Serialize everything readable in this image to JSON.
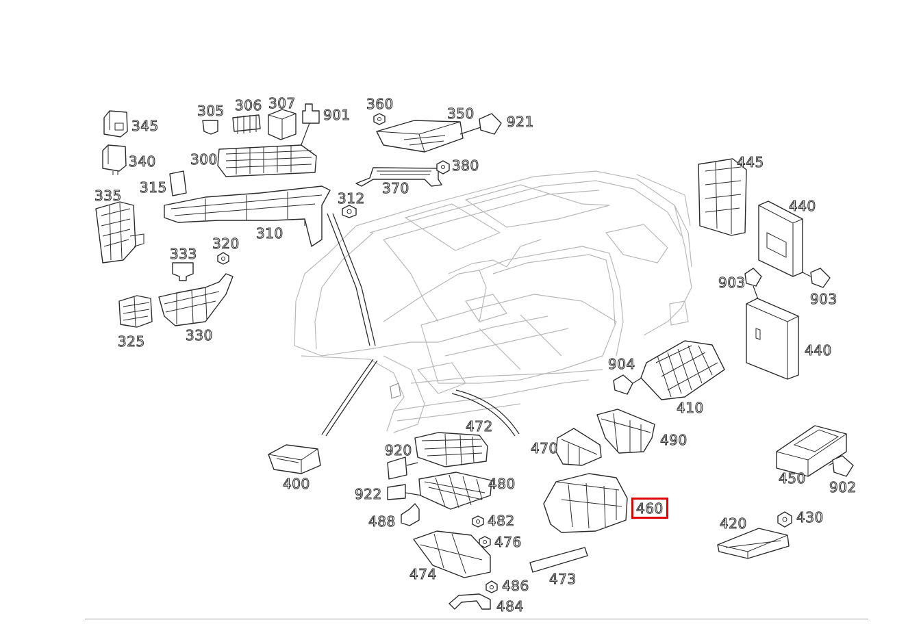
{
  "diagram": {
    "highlighted_callout": "460",
    "highlight_color": "#e00000",
    "line_color": "#2a2a2a",
    "chassis_color": "#b8b8b8",
    "callouts": {
      "c345": "345",
      "c340": "340",
      "c335": "335",
      "c305": "305",
      "c306": "306",
      "c307": "307",
      "c300": "300",
      "c315": "315",
      "c901": "901",
      "c360": "360",
      "c350": "350",
      "c921": "921",
      "c380": "380",
      "c370": "370",
      "c312": "312",
      "c310": "310",
      "c333": "333",
      "c320": "320",
      "c325": "325",
      "c330": "330",
      "c445": "445",
      "c440a": "440",
      "c903a": "903",
      "c903b": "903",
      "c440b": "440",
      "c904": "904",
      "c410": "410",
      "c472": "472",
      "c920": "920",
      "c470": "470",
      "c490": "490",
      "c400": "400",
      "c922": "922",
      "c480": "480",
      "c488": "488",
      "c482": "482",
      "c460": "460",
      "c476": "476",
      "c474": "474",
      "c473": "473",
      "c486": "486",
      "c484": "484",
      "c450": "450",
      "c902": "902",
      "c420": "420",
      "c430": "430"
    }
  }
}
